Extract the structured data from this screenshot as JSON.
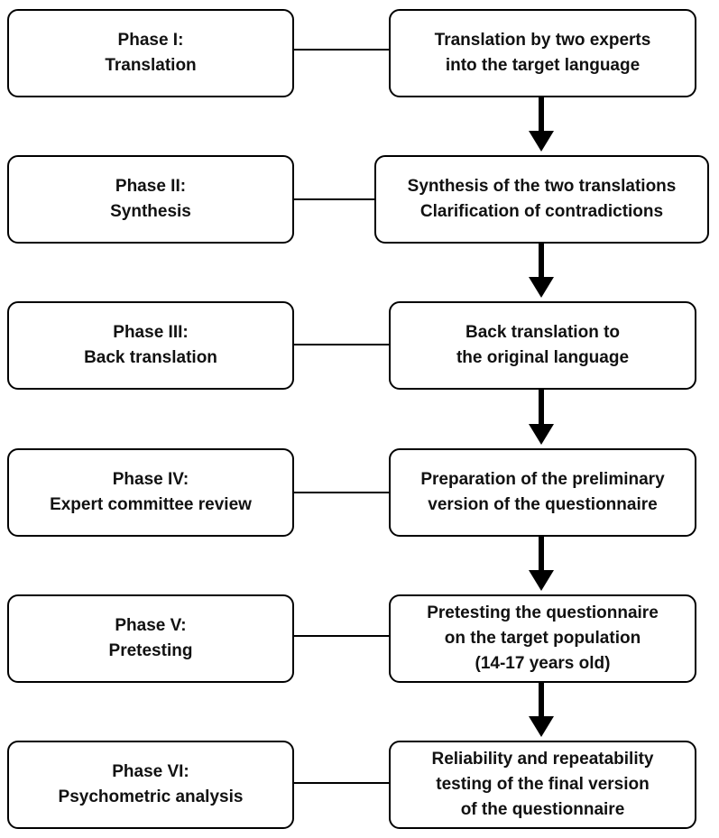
{
  "phases": [
    {
      "lines": [
        "Phase I:",
        "Translation"
      ]
    },
    {
      "lines": [
        "Phase II:",
        "Synthesis"
      ]
    },
    {
      "lines": [
        "Phase III:",
        "Back translation"
      ]
    },
    {
      "lines": [
        "Phase IV:",
        "Expert committee review"
      ]
    },
    {
      "lines": [
        "Phase V:",
        "Pretesting"
      ]
    },
    {
      "lines": [
        "Phase VI:",
        "Psychometric analysis"
      ]
    }
  ],
  "steps": [
    {
      "lines": [
        "Translation by two experts",
        "into the target language"
      ]
    },
    {
      "lines": [
        "Synthesis of the two translations",
        "Clarification of contradictions"
      ]
    },
    {
      "lines": [
        "Back translation to",
        "the original language"
      ]
    },
    {
      "lines": [
        "Preparation of the preliminary",
        "version of the questionnaire"
      ]
    },
    {
      "lines": [
        "Pretesting the questionnaire",
        "on the target population",
        "(14-17 years old)"
      ]
    },
    {
      "lines": [
        "Reliability and repeatability",
        "testing of the final version",
        "of the questionnaire"
      ]
    }
  ]
}
